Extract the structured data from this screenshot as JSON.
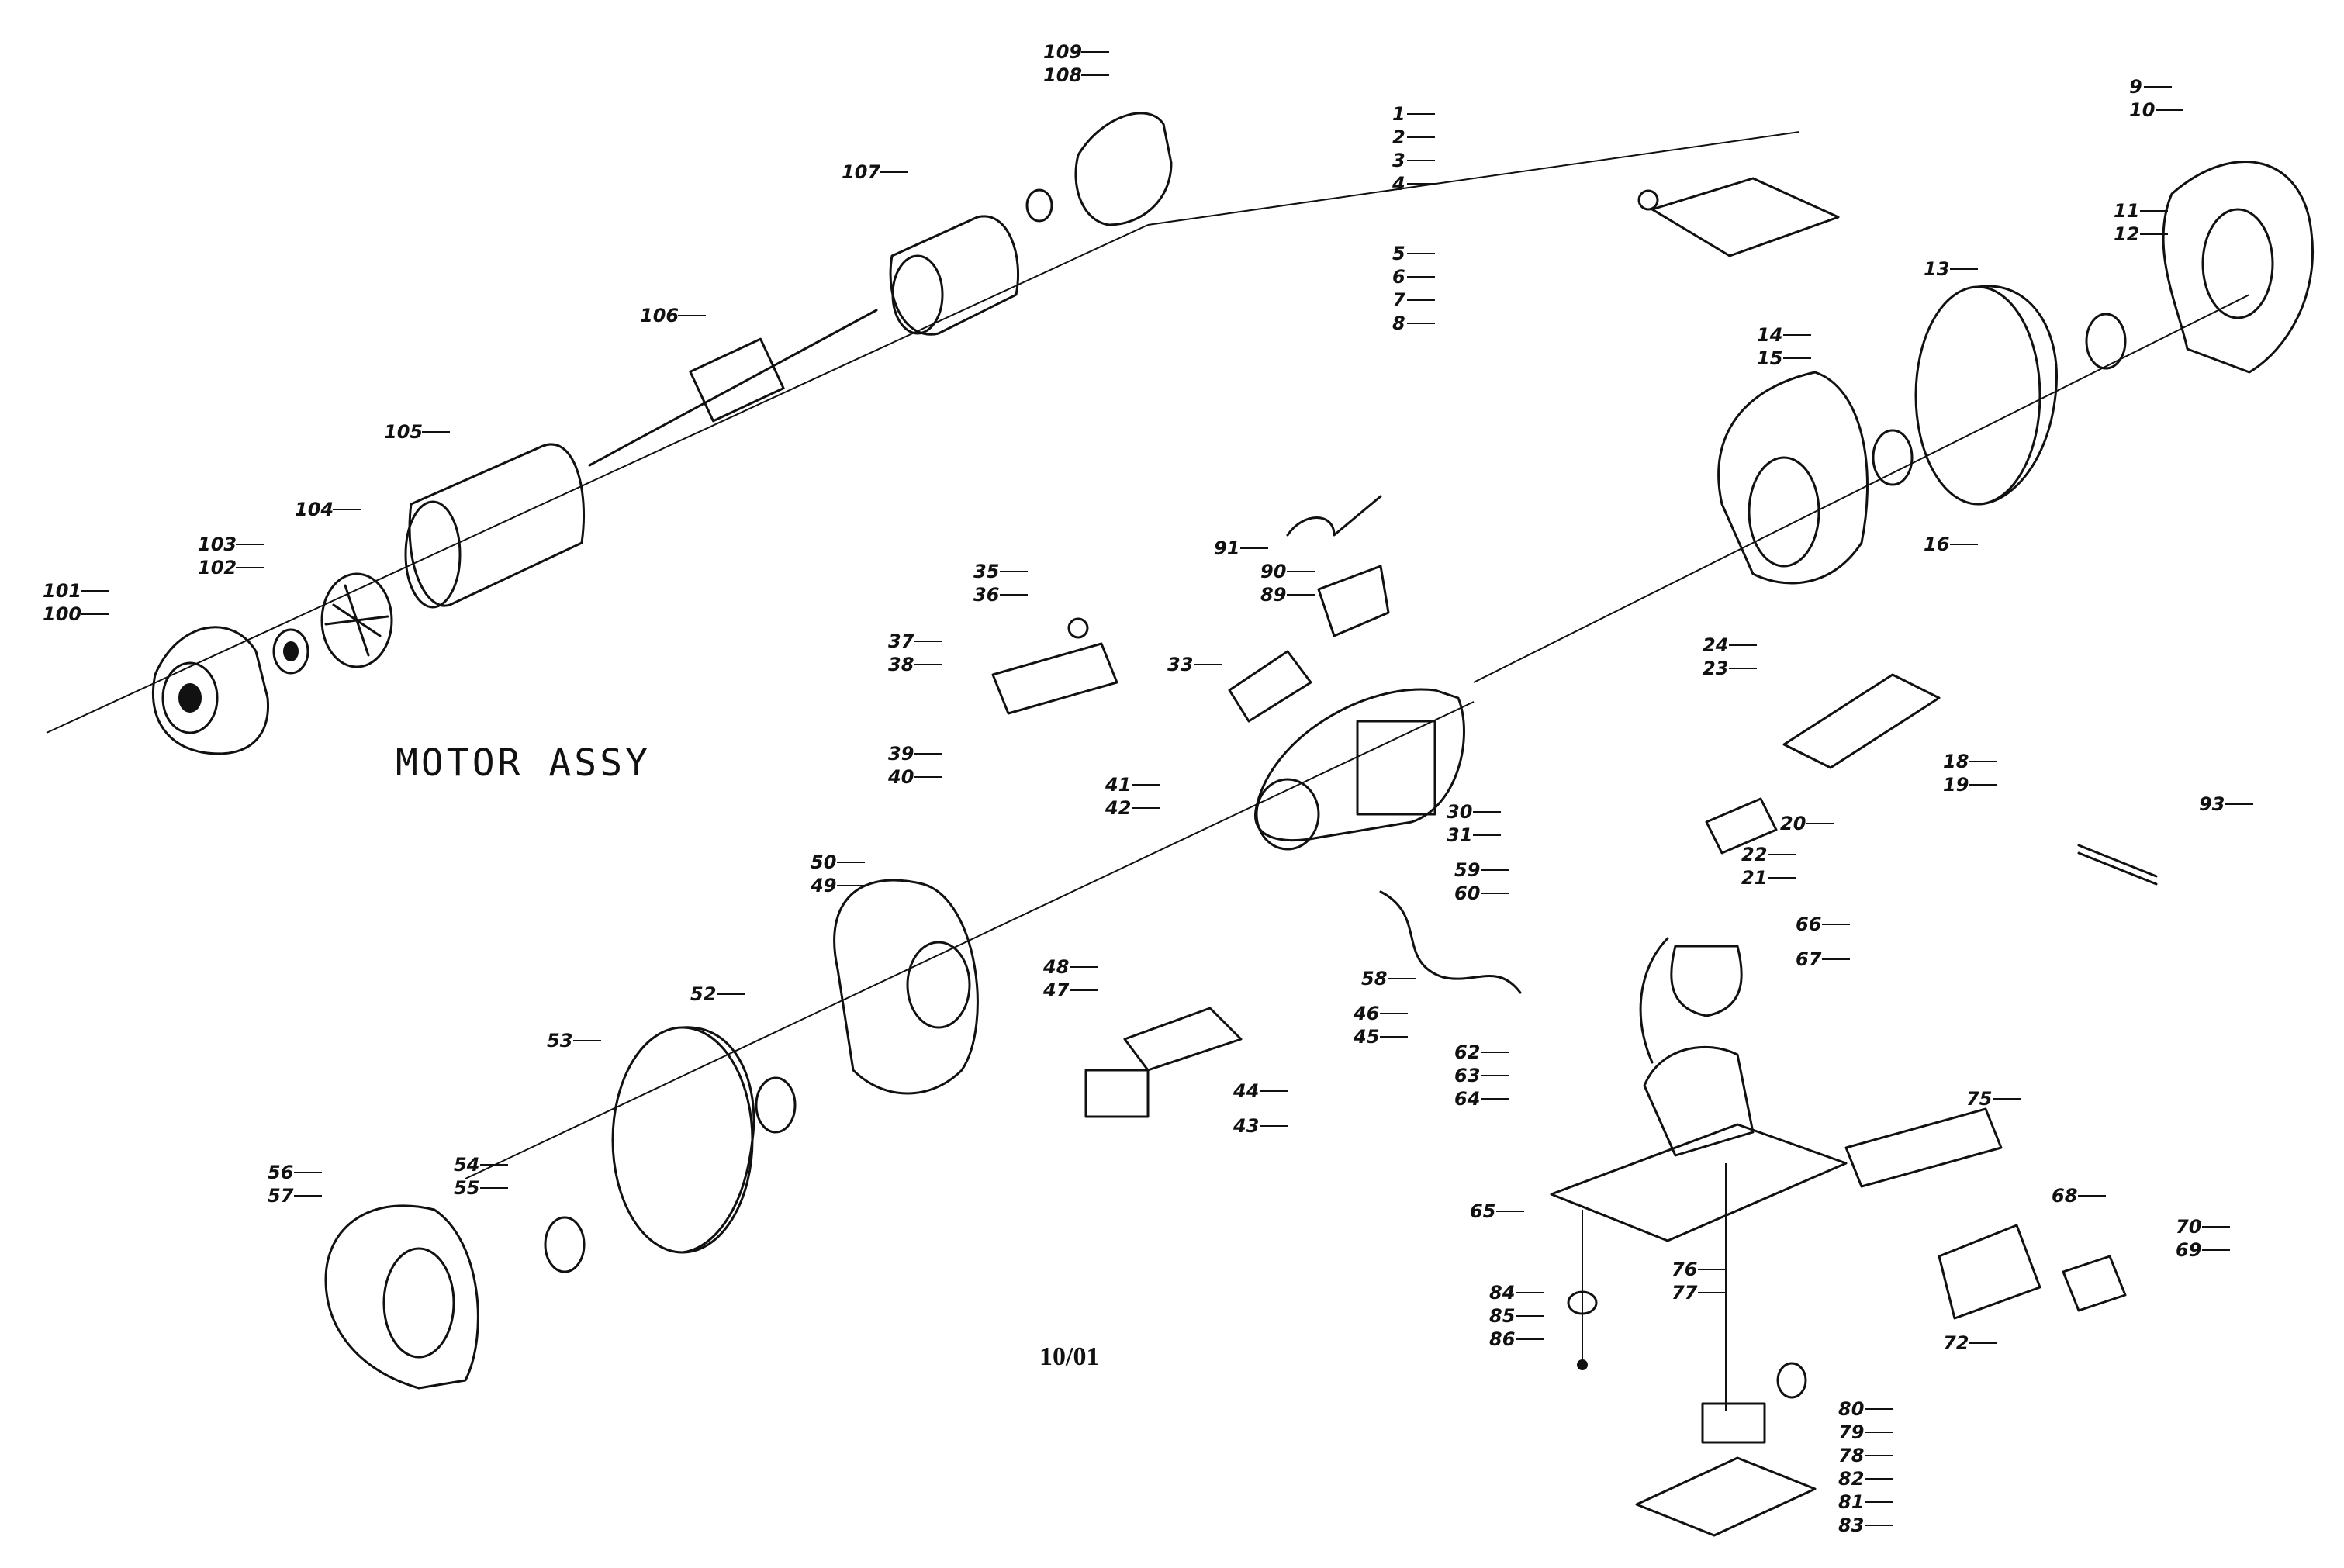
{
  "diagram": {
    "title": "MOTOR ASSY",
    "date": "10/01",
    "callouts": {
      "c1": "1",
      "c2": "2",
      "c3": "3",
      "c4": "4",
      "c5": "5",
      "c6": "6",
      "c7": "7",
      "c8": "8",
      "c9": "9",
      "c10": "10",
      "c11": "11",
      "c12": "12",
      "c13": "13",
      "c14": "14",
      "c15": "15",
      "c16": "16",
      "c18": "18",
      "c19": "19",
      "c20": "20",
      "c21": "21",
      "c22": "22",
      "c23": "23",
      "c24": "24",
      "c30": "30",
      "c31": "31",
      "c33": "33",
      "c35": "35",
      "c36": "36",
      "c37": "37",
      "c38": "38",
      "c39": "39",
      "c40": "40",
      "c41": "41",
      "c42": "42",
      "c43": "43",
      "c44": "44",
      "c45": "45",
      "c46": "46",
      "c47": "47",
      "c48": "48",
      "c49": "49",
      "c50": "50",
      "c52": "52",
      "c53": "53",
      "c54": "54",
      "c55": "55",
      "c56": "56",
      "c57": "57",
      "c58": "58",
      "c59": "59",
      "c60": "60",
      "c62": "62",
      "c63": "63",
      "c64": "64",
      "c65": "65",
      "c66": "66",
      "c67": "67",
      "c68": "68",
      "c69": "69",
      "c70": "70",
      "c72": "72",
      "c75": "75",
      "c76": "76",
      "c77": "77",
      "c78": "78",
      "c79": "79",
      "c80": "80",
      "c81": "81",
      "c82": "82",
      "c83": "83",
      "c84": "84",
      "c85": "85",
      "c86": "86",
      "c89": "89",
      "c90": "90",
      "c91": "91",
      "c93": "93",
      "c100": "100",
      "c101": "101",
      "c102": "102",
      "c103": "103",
      "c104": "104",
      "c105": "105",
      "c106": "106",
      "c107": "107",
      "c108": "108",
      "c109": "109"
    }
  }
}
